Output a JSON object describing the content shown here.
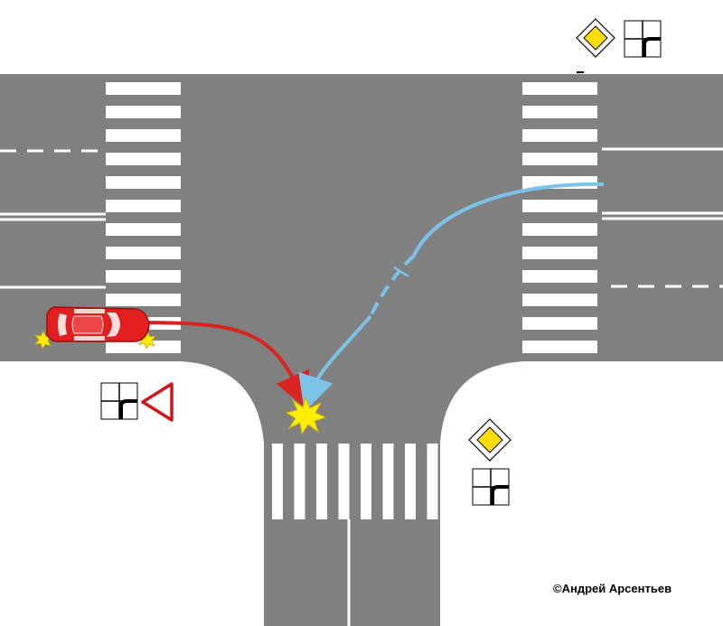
{
  "colors": {
    "road": "#808080",
    "marking": "#ffffff",
    "ground": "#ffffff",
    "car_body": "#e21f1f",
    "car_path": "#d9231f",
    "blue_path": "#7cc3e8",
    "collision": "#ffee00",
    "priority_sign_fill": "#ffdd00",
    "yield_sign_border": "#d0181c"
  },
  "vehicles": [
    {
      "id": "red-car",
      "color": "#e21f1f",
      "turn_signals": "flashing"
    }
  ],
  "paths": [
    {
      "id": "red-car-path",
      "color": "#d9231f",
      "style": "solid"
    },
    {
      "id": "blue-vehicle-path",
      "color": "#7cc3e8",
      "style": "dashed-end"
    }
  ],
  "signs": [
    {
      "id": "priority-road-top-right",
      "type": "priority-road",
      "icon": "yellow-diamond-icon"
    },
    {
      "id": "main-road-direction-top-right",
      "type": "main-road-direction",
      "icon": "main-road-direction-icon"
    },
    {
      "id": "main-road-direction-left",
      "type": "main-road-direction",
      "icon": "main-road-direction-icon"
    },
    {
      "id": "yield-left",
      "type": "yield",
      "icon": "yield-triangle-icon"
    },
    {
      "id": "priority-road-bottom-right",
      "type": "priority-road",
      "icon": "yellow-diamond-icon"
    },
    {
      "id": "main-road-direction-bottom-right",
      "type": "main-road-direction",
      "icon": "main-road-direction-icon"
    }
  ],
  "copyright": "©Андрей  Арсентьев"
}
